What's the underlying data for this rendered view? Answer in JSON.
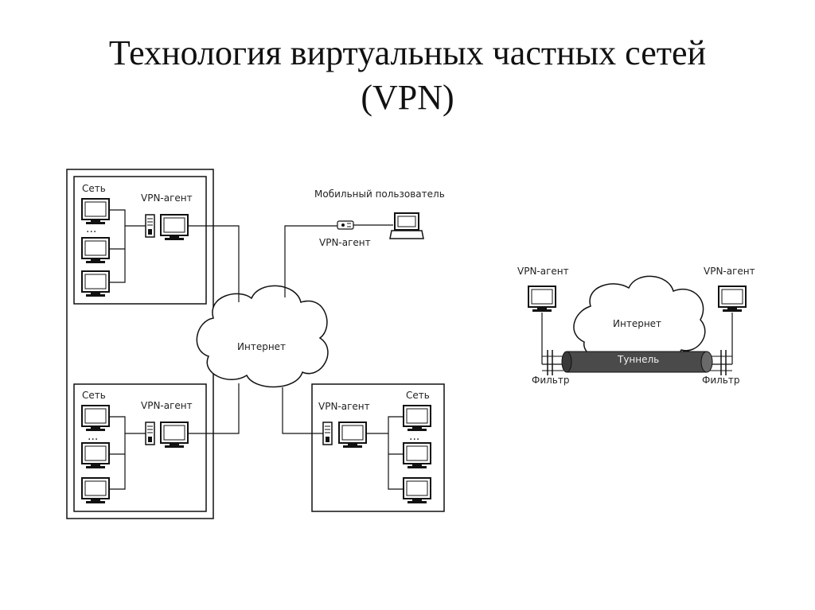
{
  "slide": {
    "title_line1": "Технология виртуальных частных сетей",
    "title_line2": "(VPN)"
  },
  "left_diagram": {
    "network_label": "Сеть",
    "vpn_agent_label": "VPN-агент",
    "ellipsis": "...",
    "internet_label": "Интернет",
    "mobile_user_label": "Мобильный пользователь",
    "mobile_agent_label": "VPN-агент"
  },
  "right_diagram": {
    "agent_left_label": "VPN-агент",
    "agent_right_label": "VPN-агент",
    "internet_label": "Интернет",
    "tunnel_label": "Туннель",
    "filter_left_label": "Фильтр",
    "filter_right_label": "Фильтр"
  },
  "colors": {
    "line": "#222222",
    "tunnel": "#4a4a4a",
    "screen": "#ffffff"
  }
}
